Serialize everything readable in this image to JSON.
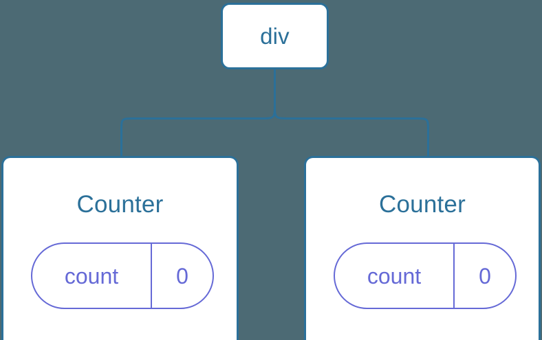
{
  "diagram": {
    "type": "component-tree",
    "background_color": "#4c6a74",
    "node_border_color": "#2b7099",
    "node_text_color": "#2b7099",
    "state_pill_color": "#6569d6",
    "connector_color": "#2b7099"
  },
  "root": {
    "label": "div"
  },
  "children": [
    {
      "title": "Counter",
      "state": {
        "key": "count",
        "value": "0"
      }
    },
    {
      "title": "Counter",
      "state": {
        "key": "count",
        "value": "0"
      }
    }
  ]
}
